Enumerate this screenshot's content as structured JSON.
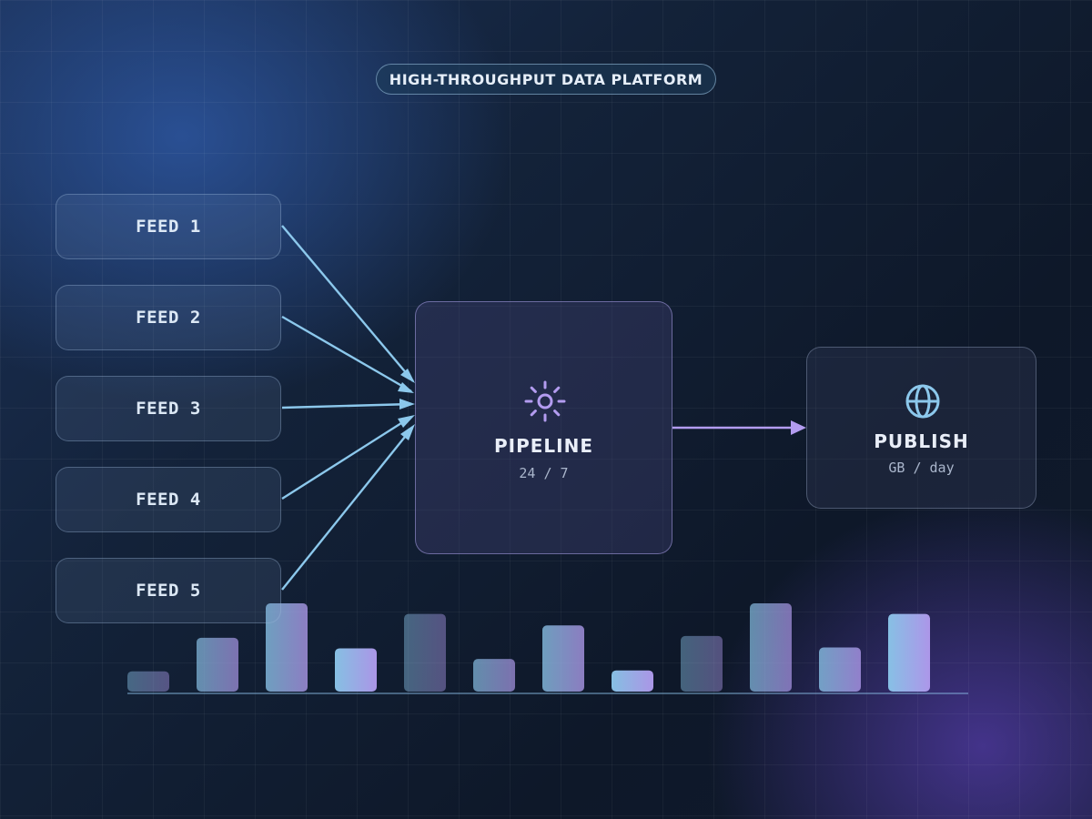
{
  "header": {
    "title": "HIGH-THROUGHPUT DATA PLATFORM"
  },
  "feeds": [
    {
      "label": "FEED 1"
    },
    {
      "label": "FEED 2"
    },
    {
      "label": "FEED 3"
    },
    {
      "label": "FEED 4"
    },
    {
      "label": "FEED 5"
    }
  ],
  "hub": {
    "label": "PIPELINE",
    "sub": "24 / 7",
    "icon": "gear-icon"
  },
  "output": {
    "label": "PUBLISH",
    "sub": "GB / day",
    "icon": "globe-icon"
  },
  "colors": {
    "feed_arrow": "#8cc8ec",
    "output_arrow": "#b39cf0",
    "hub_icon": "#b39cf0",
    "output_icon": "#8cc8ec",
    "bar_start": "#8cc8ec",
    "bar_end": "#b39cf0"
  },
  "decorative_bars": {
    "levels": [
      0.23,
      0.61,
      1.0,
      0.49,
      0.88,
      0.37,
      0.75,
      0.24,
      0.63,
      1.0,
      0.5,
      0.88
    ],
    "emphasis": [
      0.45,
      0.7,
      0.8,
      1.0,
      0.45,
      0.7,
      0.8,
      1.0,
      0.45,
      0.7,
      0.8,
      1.0
    ]
  }
}
